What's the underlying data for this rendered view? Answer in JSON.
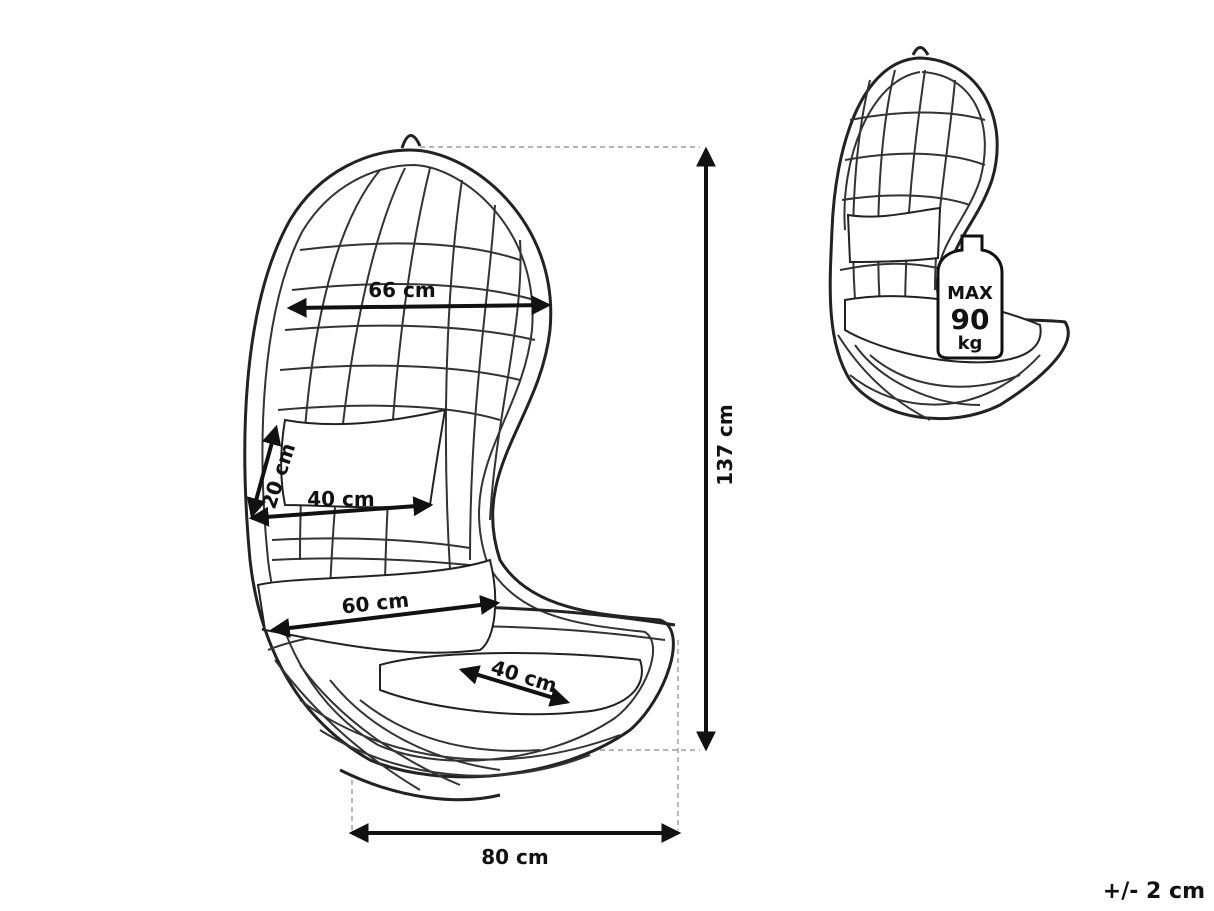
{
  "dimensions": {
    "width_66": "66 cm",
    "pillow_height": "20 cm",
    "pillow_width": "40 cm",
    "seat_width": "60 cm",
    "seat_depth": "40 cm",
    "total_height": "137 cm",
    "total_width": "80 cm"
  },
  "weight_badge": {
    "line1": "MAX",
    "line2": "90",
    "line3": "kg"
  },
  "tolerance": "+/- 2 cm"
}
